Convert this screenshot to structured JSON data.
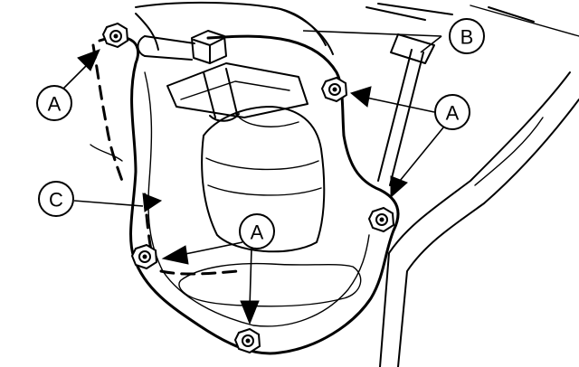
{
  "labels": {
    "a": "A",
    "b": "B",
    "c": "C"
  },
  "icons": {
    "nut": "hex-nut-icon",
    "shift-lever": "shift-lever-icon"
  }
}
